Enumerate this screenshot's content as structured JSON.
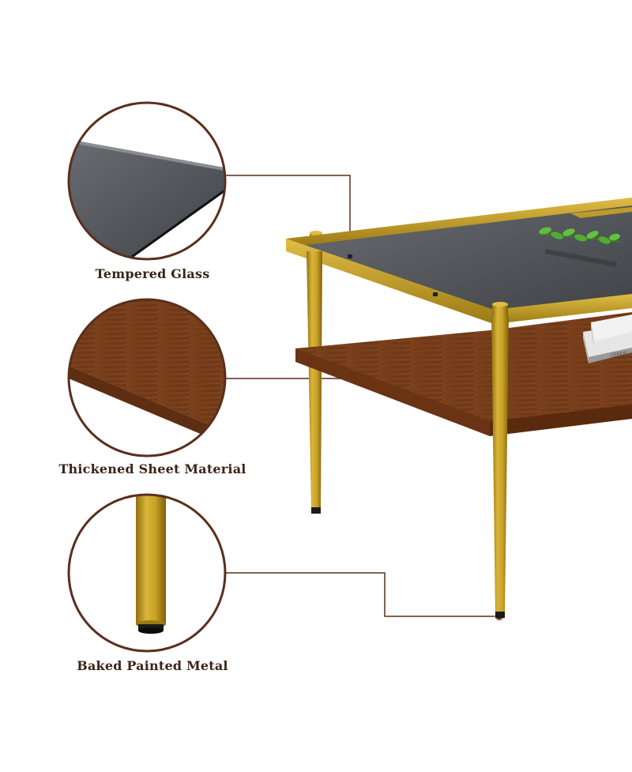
{
  "features": [
    {
      "id": "glass",
      "label": "Tempered Glass"
    },
    {
      "id": "sheet",
      "label": "Thickened Sheet Material"
    },
    {
      "id": "metal",
      "label": "Baked Painted Metal"
    }
  ],
  "book_label": "CEREAL",
  "colors": {
    "callout_ring": "#5a2f1e",
    "label_text": "#3b2417",
    "gold_frame": "#c9a227",
    "gold_dark": "#8f6f10",
    "glass": "#5a5d62",
    "walnut": "#7a3f1c",
    "background": "#ffffff"
  }
}
